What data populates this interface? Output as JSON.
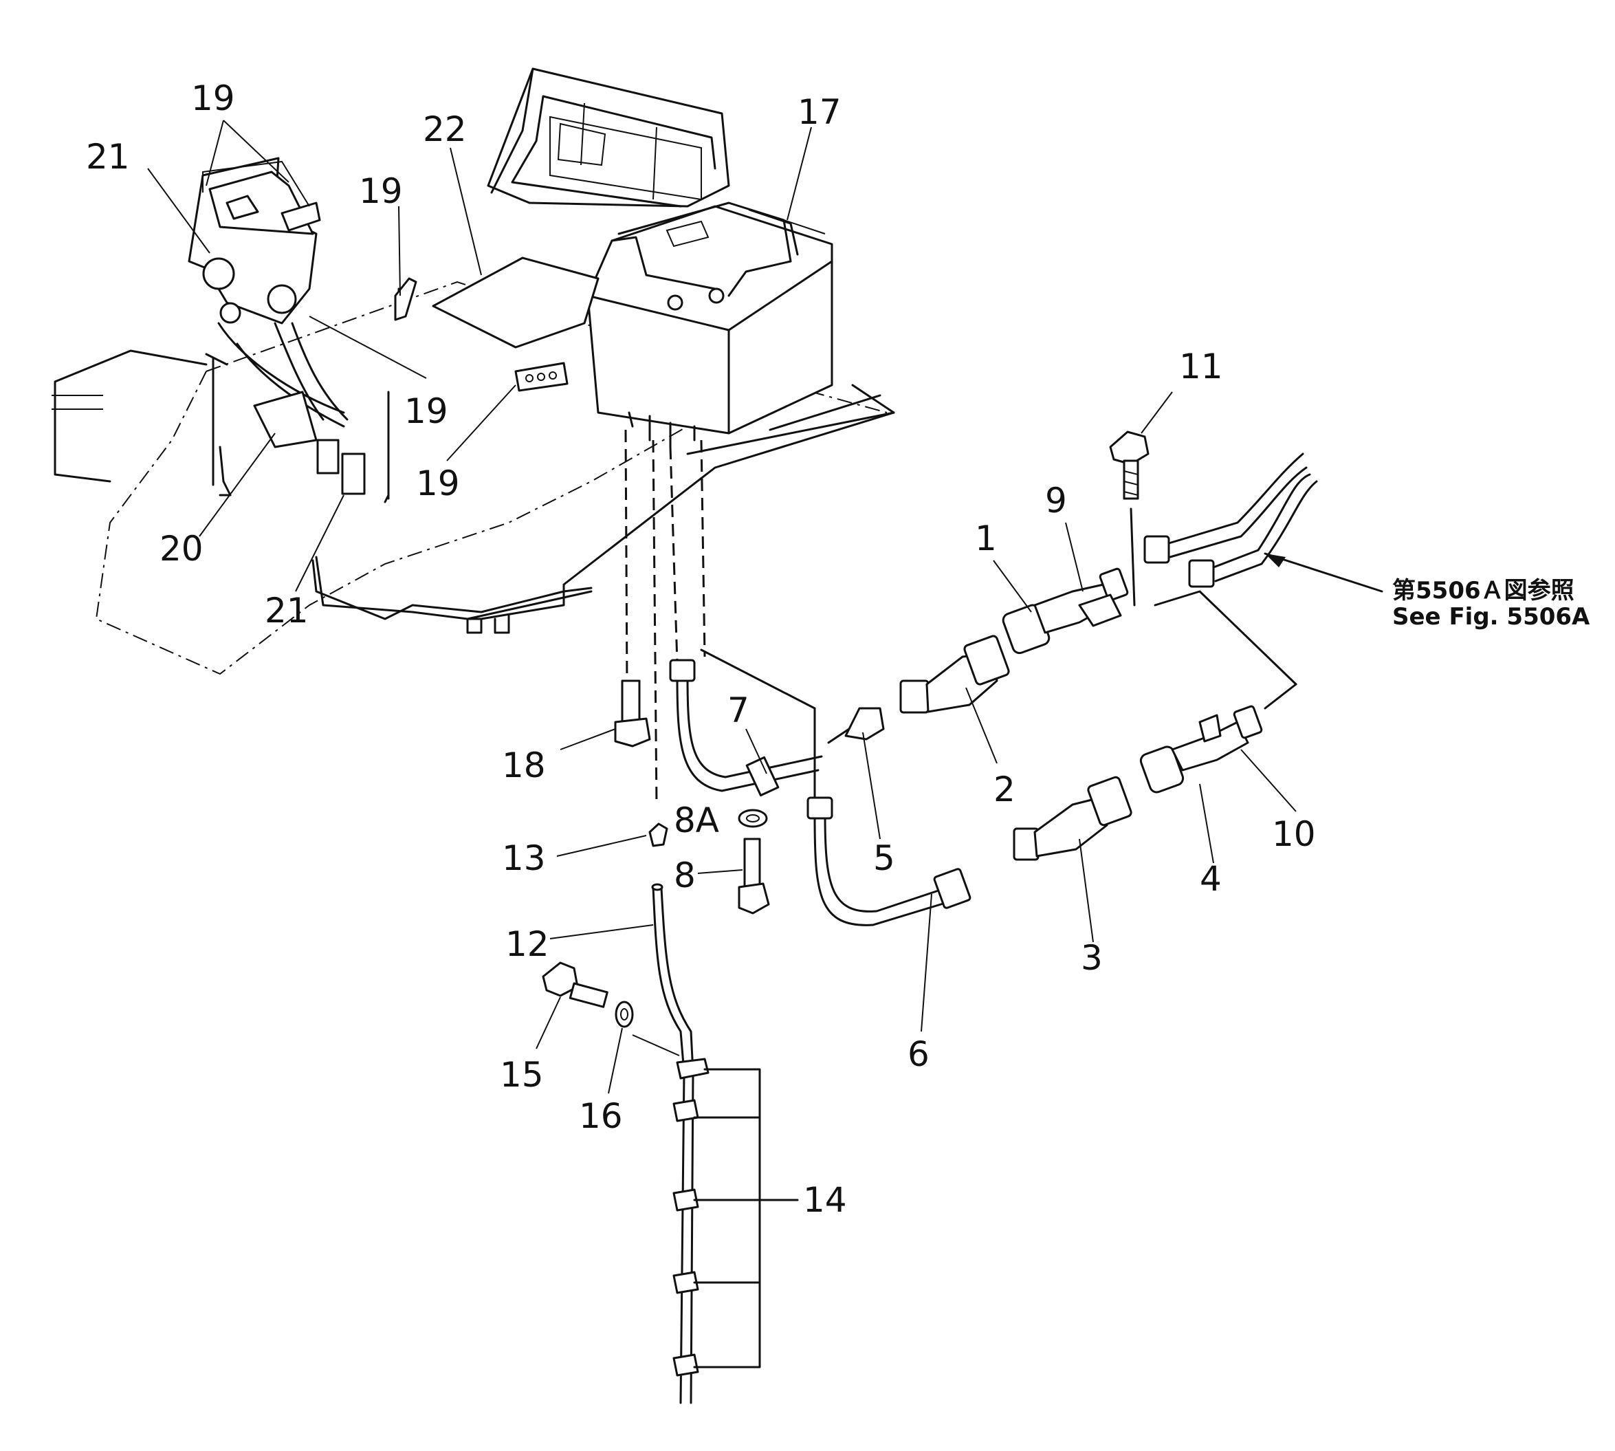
{
  "labels": {
    "p1": "1",
    "p2": "2",
    "p3": "3",
    "p4": "4",
    "p5": "5",
    "p6": "6",
    "p7": "7",
    "p8": "8",
    "p8A": "8A",
    "p9": "9",
    "p10": "10",
    "p11": "11",
    "p12": "12",
    "p13": "13",
    "p14": "14",
    "p15": "15",
    "p16": "16",
    "p17": "17",
    "p18": "18",
    "p19": "19",
    "p20": "20",
    "p21": "21",
    "p22": "22"
  },
  "reference": {
    "jp": "第5506Ａ図参照",
    "en": "See  Fig.  5506A"
  }
}
